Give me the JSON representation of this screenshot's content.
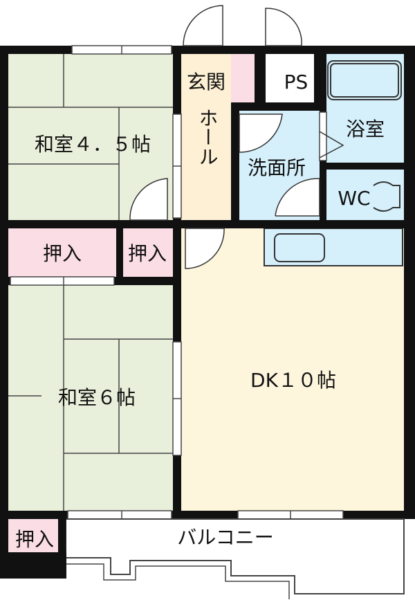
{
  "rooms": {
    "washitsu_45": "和室４．５帖",
    "washitsu_6": "和室６帖",
    "dk": "DK１０帖",
    "genkan": "玄関",
    "ps": "PS",
    "hall": "ホール",
    "yokushitsu": "浴室",
    "senmenjo": "洗面所",
    "wc": "WC",
    "oshiire": "押入",
    "balcony": "バルコニー"
  },
  "colors": {
    "tatami": "#e8efda",
    "dk": "#fdf5dc",
    "genkan": "#fdf0d4",
    "wet": "#d5f0fb",
    "closet": "#fbdde6",
    "wall": "#111111"
  }
}
